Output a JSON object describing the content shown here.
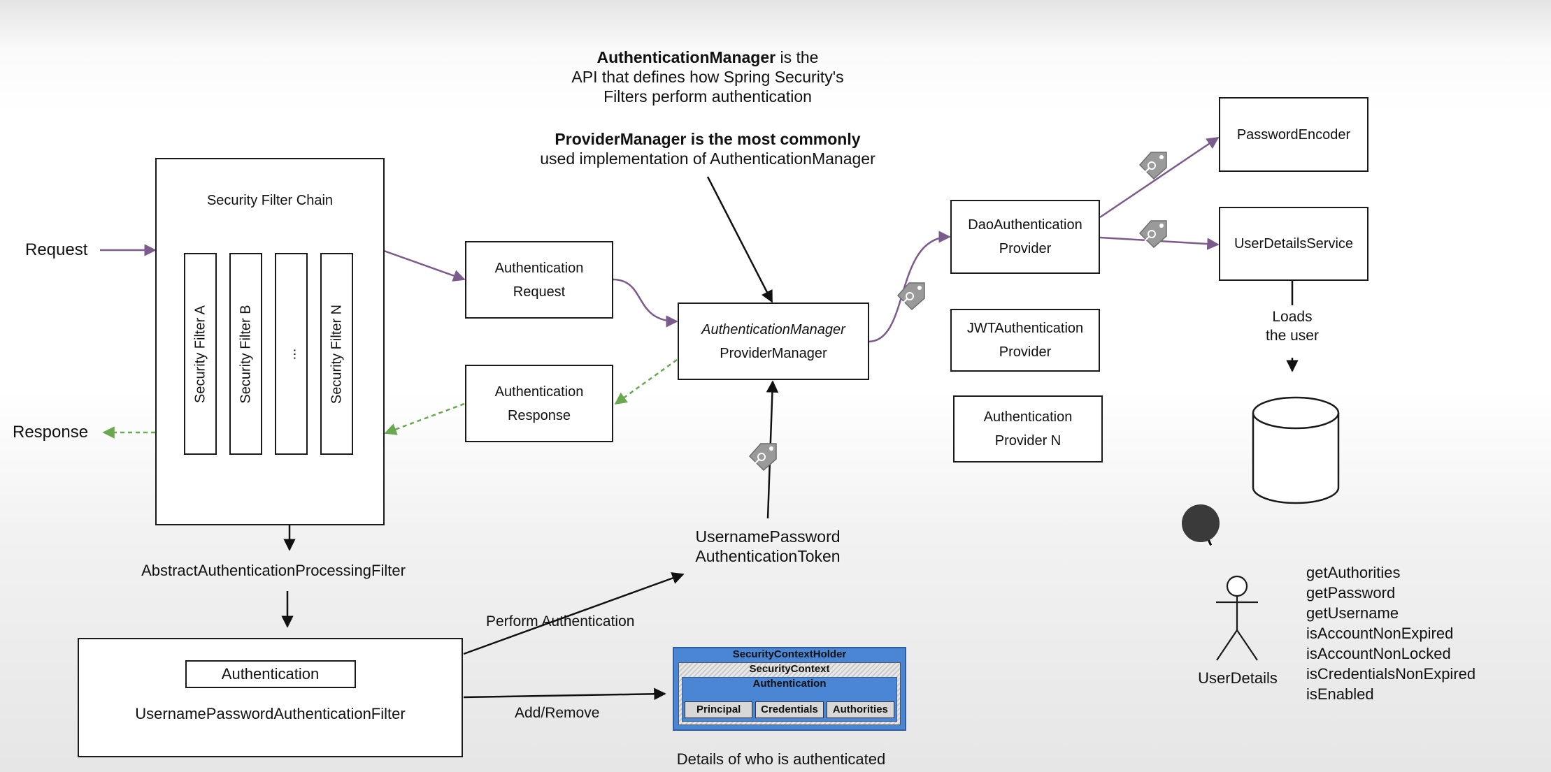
{
  "left": {
    "request": "Request",
    "response": "Response",
    "chain_title": "Security Filter Chain",
    "filters": [
      "Security Filter A",
      "Security Filter B",
      "...",
      "Security Filter N"
    ],
    "abstract_filter": "AbstractAuthenticationProcessingFilter",
    "upaf_inner": "Authentication",
    "upaf_name": "UsernamePasswordAuthenticationFilter",
    "perform_auth": "Perform Authentication",
    "add_remove": "Add/Remove"
  },
  "middle": {
    "auth_request_l1": "Authentication",
    "auth_request_l2": "Request",
    "auth_response_l1": "Authentication",
    "auth_response_l2": "Response",
    "manager_l1": "AuthenticationManager",
    "manager_l2": "ProviderManager",
    "note1_bold": "AuthenticationManager",
    "note1_rest": " is the",
    "note1_l2": "API that defines how Spring Security's",
    "note1_l3": "Filters perform authentication",
    "note2_bold": "ProviderManager is the most commonly",
    "note2_l2": "used implementation of AuthenticationManager",
    "token_l1": "UsernamePassword",
    "token_l2": "AuthenticationToken",
    "details_caption": "Details of who is authenticated"
  },
  "security_context_holder": {
    "title": "SecurityContextHolder",
    "context": "SecurityContext",
    "authentication": "Authentication",
    "cells": [
      "Principal",
      "Credentials",
      "Authorities"
    ]
  },
  "providers": {
    "dao_l1": "DaoAuthentication",
    "dao_l2": "Provider",
    "jwt_l1": "JWTAuthentication",
    "jwt_l2": "Provider",
    "n_l1": "Authentication",
    "n_l2": "Provider N"
  },
  "right": {
    "password_encoder": "PasswordEncoder",
    "user_details_service": "UserDetailsService",
    "loads_l1": "Loads",
    "loads_l2": "the user",
    "user_details": "UserDetails",
    "methods": [
      "getAuthorities",
      "getPassword",
      "getUsername",
      "isAccountNonExpired",
      "isAccountNonLocked",
      "isCredentialsNonExpired",
      "isEnabled"
    ]
  },
  "colors": {
    "purple_arrow": "#7b5a8c",
    "green_dashed": "#6aa84f",
    "black_arrow": "#111111",
    "sch_blue": "#4a86d4",
    "tag_gray": "#9a9a9a"
  }
}
